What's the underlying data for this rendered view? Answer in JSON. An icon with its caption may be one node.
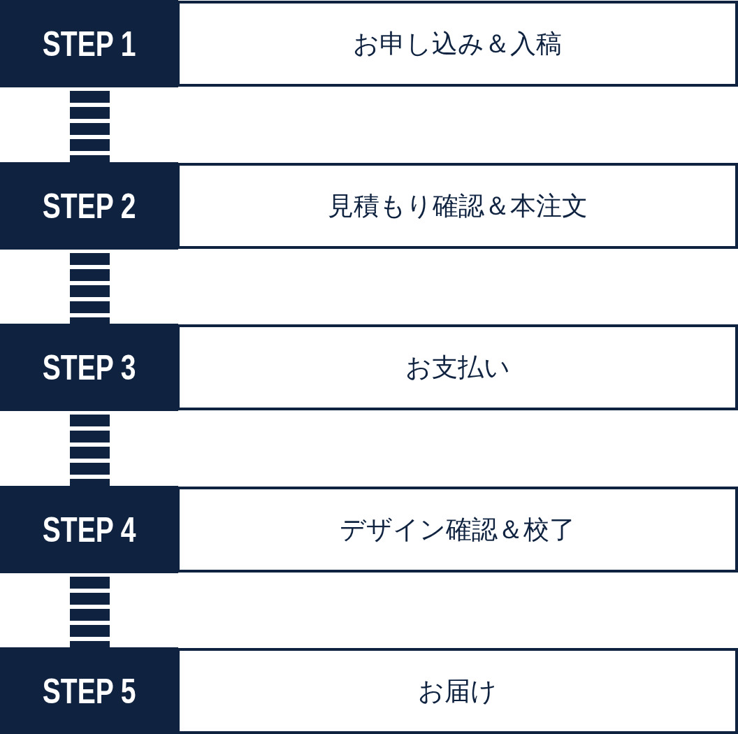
{
  "diagram": {
    "nodes": [
      {
        "text": [
          "STEP 1"
        ]
      },
      {
        "text": [
          "お申し込み＆入稿"
        ]
      },
      {
        "text": [
          "STEP 2"
        ]
      },
      {
        "text": [
          "見積もり確認＆本注文"
        ]
      },
      {
        "text": [
          "STEP 3"
        ]
      },
      {
        "text": [
          "お支払い"
        ]
      },
      {
        "text": [
          "STEP 4"
        ]
      },
      {
        "text": [
          "デザイン確認＆校了"
        ]
      },
      {
        "text": [
          "STEP 5"
        ]
      },
      {
        "text": [
          "お届け"
        ]
      }
    ],
    "edges": [
      {
        "from": 0,
        "to": 2,
        "arrow": "none"
      },
      {
        "from": 2,
        "to": 4,
        "arrow": "none"
      },
      {
        "from": 4,
        "to": 6,
        "arrow": "none"
      },
      {
        "from": 6,
        "to": 8,
        "arrow": "none"
      }
    ]
  }
}
